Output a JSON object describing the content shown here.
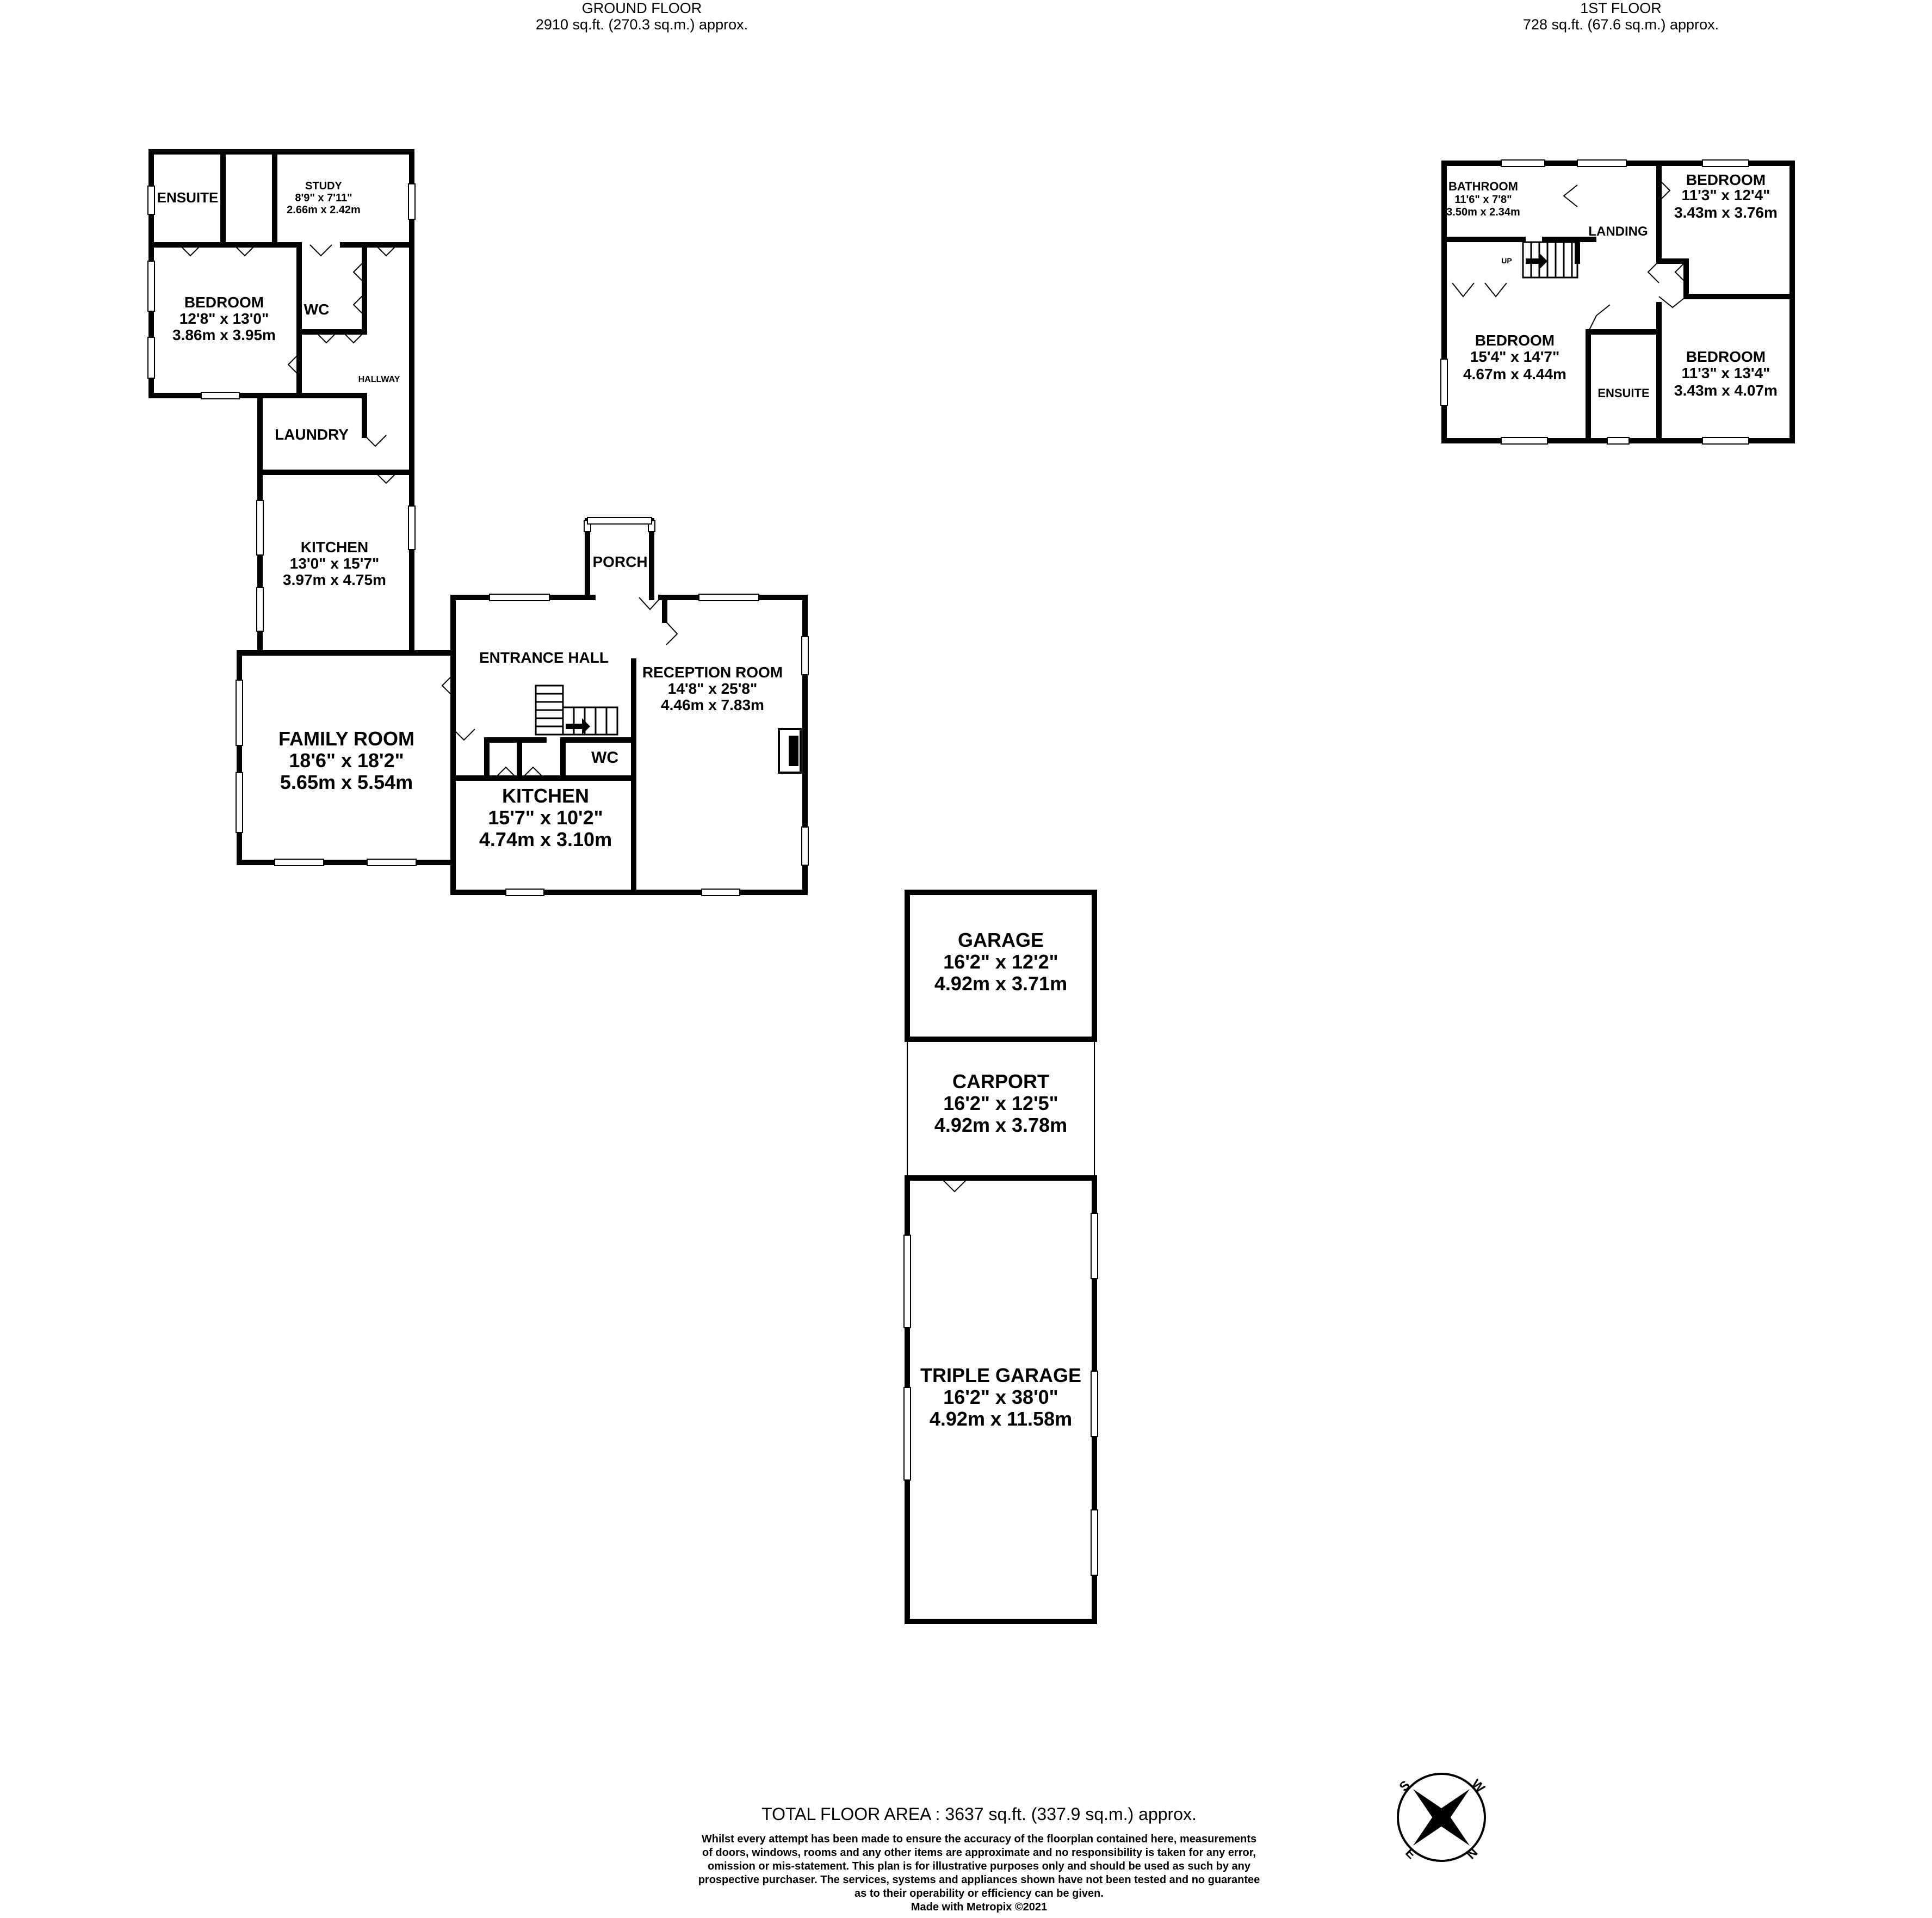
{
  "ground_floor": {
    "title": "GROUND FLOOR",
    "area": "2910 sq.ft. (270.3 sq.m.) approx."
  },
  "first_floor": {
    "title": "1ST FLOOR",
    "area": "728 sq.ft. (67.6 sq.m.) approx."
  },
  "rooms": {
    "ensuite_gf": {
      "name": "ENSUITE"
    },
    "study": {
      "name": "STUDY",
      "imperial": "8'9\"  x 7'11\"",
      "metric": "2.66m  x 2.42m"
    },
    "bedroom_gf": {
      "name": "BEDROOM",
      "imperial": "12'8\"  x 13'0\"",
      "metric": "3.86m  x 3.95m"
    },
    "wc_gf1": {
      "name": "WC"
    },
    "hallway": {
      "name": "HALLWAY"
    },
    "laundry": {
      "name": "LAUNDRY"
    },
    "kitchen_1": {
      "name": "KITCHEN",
      "imperial": "13'0\"  x 15'7\"",
      "metric": "3.97m  x 4.75m"
    },
    "porch": {
      "name": "PORCH"
    },
    "entrance_hall": {
      "name": "ENTRANCE HALL"
    },
    "reception": {
      "name": "RECEPTION ROOM",
      "imperial": "14'8\"  x 25'8\"",
      "metric": "4.46m  x 7.83m"
    },
    "family_room": {
      "name": "FAMILY ROOM",
      "imperial": "18'6\"  x 18'2\"",
      "metric": "5.65m  x 5.54m"
    },
    "wc_gf2": {
      "name": "WC"
    },
    "kitchen_2": {
      "name": "KITCHEN",
      "imperial": "15'7\"  x 10'2\"",
      "metric": "4.74m  x 3.10m"
    },
    "garage": {
      "name": "GARAGE",
      "imperial": "16'2\"  x 12'2\"",
      "metric": "4.92m  x 3.71m"
    },
    "carport": {
      "name": "CARPORT",
      "imperial": "16'2\"  x 12'5\"",
      "metric": "4.92m  x 3.78m"
    },
    "triple_garage": {
      "name": "TRIPLE GARAGE",
      "imperial": "16'2\"  x 38'0\"",
      "metric": "4.92m  x 11.58m"
    },
    "bathroom": {
      "name": "BATHROOM",
      "imperial": "11'6\"  x 7'8\"",
      "metric": "3.50m  x 2.34m"
    },
    "landing": {
      "name": "LANDING"
    },
    "bedroom_ff1": {
      "name": "BEDROOM",
      "imperial": "11'3\"  x 12'4\"",
      "metric": "3.43m  x 3.76m"
    },
    "bedroom_ff2": {
      "name": "BEDROOM",
      "imperial": "15'4\"  x 14'7\"",
      "metric": "4.67m  x 4.44m"
    },
    "bedroom_ff3": {
      "name": "BEDROOM",
      "imperial": "11'3\"  x 13'4\"",
      "metric": "3.43m  x 4.07m"
    },
    "ensuite_ff": {
      "name": "ENSUITE"
    }
  },
  "stair_label": "UP",
  "compass": {
    "letters": [
      "S",
      "W",
      "N",
      "E"
    ],
    "icon": "compass-icon"
  },
  "total_area": "TOTAL FLOOR AREA : 3637 sq.ft. (337.9 sq.m.) approx.",
  "disclaimer": [
    "Whilst every attempt has been made to ensure the accuracy of the floorplan contained here, measurements",
    "of doors, windows, rooms and any other items are approximate and no responsibility is taken for any error,",
    "omission or mis-statement. This plan is for illustrative purposes only and should be used as such by any",
    "prospective purchaser. The services, systems and appliances shown have not been tested and no guarantee",
    "as to their operability or efficiency can be given."
  ],
  "made_with": "Made with Metropix ©2021"
}
